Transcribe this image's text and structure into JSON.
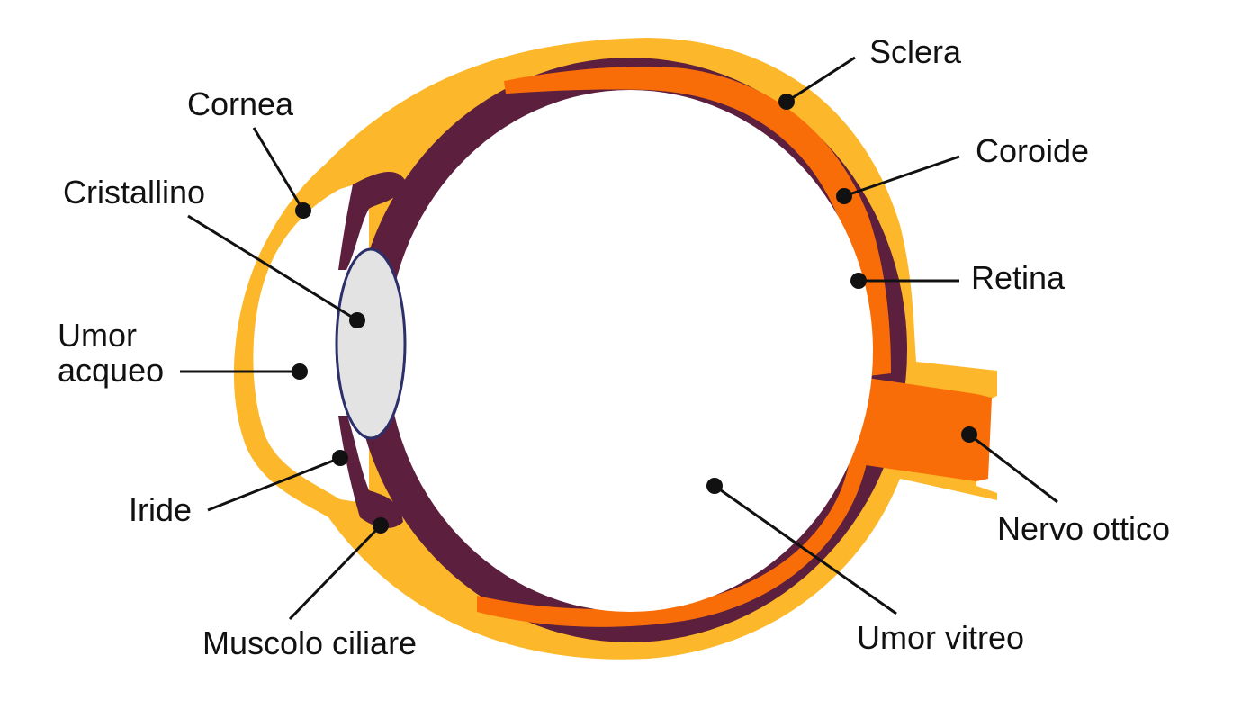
{
  "colors": {
    "background": "#ffffff",
    "sclera": "#FDB72A",
    "choroid": "#5C1F3E",
    "retina": "#F96D08",
    "lens_fill": "#E3E3E3",
    "lens_outline": "#2D2F6A",
    "text": "#111111"
  },
  "labels": {
    "sclera": "Sclera",
    "cornea": "Cornea",
    "coroide": "Coroide",
    "cristallino": "Cristallino",
    "retina": "Retina",
    "umor_acqueo_line1": "Umor",
    "umor_acqueo_line2": "acqueo",
    "iride": "Iride",
    "nervo_ottico": "Nervo ottico",
    "umor_vitreo": "Umor vitreo",
    "muscolo_ciliare": "Muscolo ciliare"
  }
}
